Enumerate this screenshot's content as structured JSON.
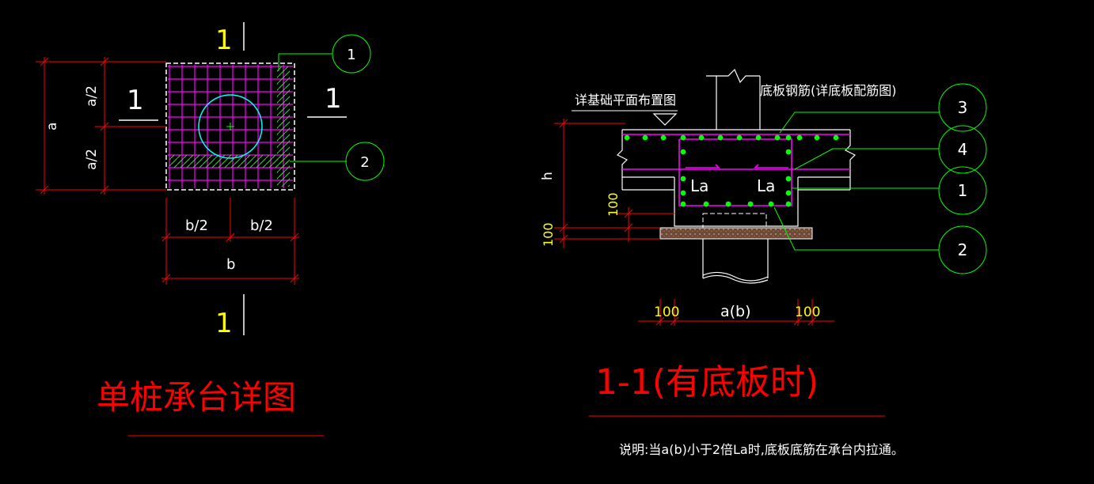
{
  "colors": {
    "background": "#000000",
    "dimension": "#ff0000",
    "outline": "#ffffff",
    "rebar_grid": "#ff00ff",
    "hatch": "#00ff00",
    "pile_circle": "#00ffff",
    "leader": "#00ff00",
    "text_yellow": "#ffff00",
    "text_white": "#ffffff",
    "title_red": "#ff0000",
    "gravel": "#ffcc99"
  },
  "left_detail": {
    "title": "单桩承台详图",
    "section_mark": "1",
    "dims": {
      "a": "a",
      "a_half": "a/2",
      "b": "b",
      "b_half": "b/2"
    },
    "callouts": [
      "1",
      "2"
    ]
  },
  "right_section": {
    "title": "1-1(有底板时)",
    "note": "说明:当a(b)小于2倍La时,底板底筋在承台内拉通。",
    "labels": {
      "plan_ref": "详基础平面布置图",
      "slab_rebar": "底板钢筋(详底板配筋图)",
      "anchorage": "La"
    },
    "dims": {
      "h": "h",
      "d100": "100",
      "ab": "a(b)"
    },
    "callouts": [
      "3",
      "4",
      "1",
      "2"
    ]
  }
}
